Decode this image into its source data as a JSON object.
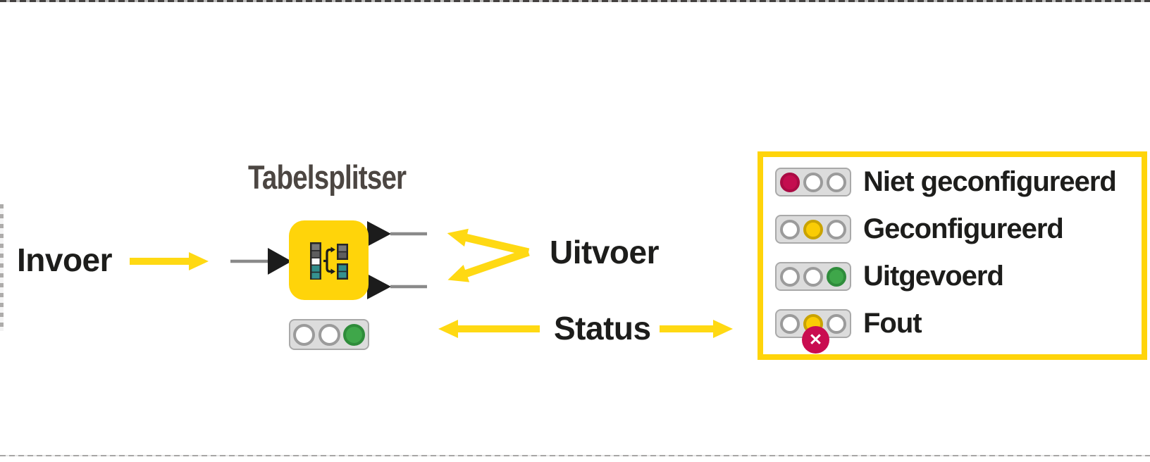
{
  "title": "Tabelsplitser",
  "annotations": {
    "input_label": "Invoer",
    "output_label": "Uitvoer",
    "status_label": "Status"
  },
  "node": {
    "status_lights": [
      "off",
      "off",
      "green"
    ]
  },
  "legend": {
    "items": [
      {
        "label": "Niet geconfigureerd",
        "lights": [
          "red",
          "off",
          "off"
        ]
      },
      {
        "label": "Geconfigureerd",
        "lights": [
          "off",
          "yellow",
          "off"
        ]
      },
      {
        "label": "Uitgevoerd",
        "lights": [
          "off",
          "off",
          "green"
        ]
      },
      {
        "label": "Fout",
        "lights": [
          "off",
          "yellow",
          "off"
        ],
        "badge_glyph": "✕"
      }
    ]
  },
  "colors": {
    "node_yellow": "#FFD40A",
    "arrow_yellow": "#FFD913",
    "legend_border_yellow": "#FFD40A",
    "status_red": "#C40D4F",
    "status_yellow": "#FACC05",
    "status_green": "#3FA74A",
    "error_badge_red": "#C90C50",
    "traffic_light_bg": "#DCDCDC",
    "label_black": "#1D1D1B",
    "title_gray": "#4C4642"
  }
}
